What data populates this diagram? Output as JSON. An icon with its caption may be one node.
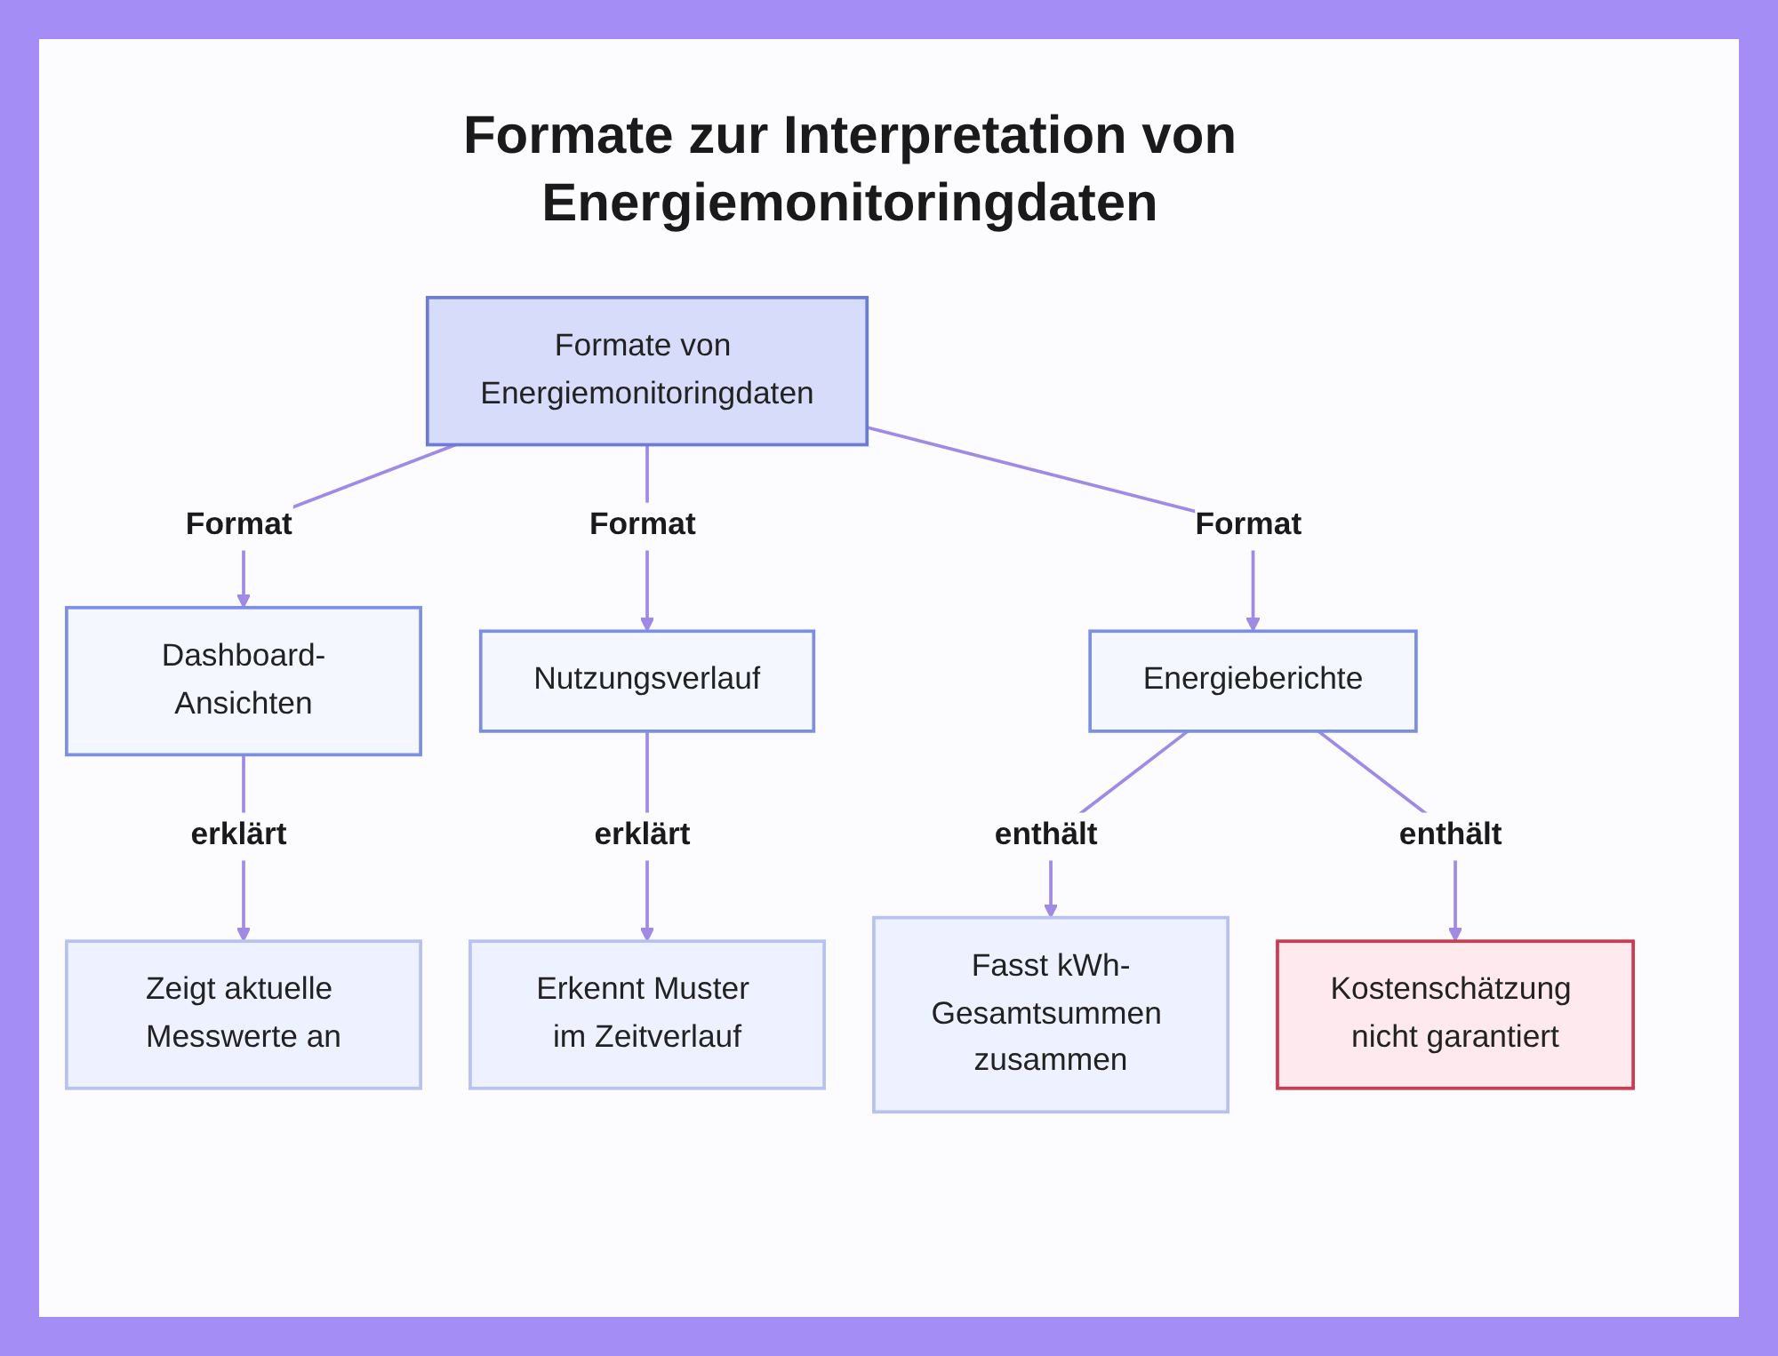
{
  "diagram": {
    "title": "Formate zur Interpretation von Energiemonitoringdaten",
    "nodes": [
      {
        "text": [
          "Formate von Energiemonitoringdaten"
        ]
      },
      {
        "text": [
          "Dashboard-Ansichten"
        ]
      },
      {
        "text": [
          "Nutzungsverlauf"
        ]
      },
      {
        "text": [
          "Energieberichte"
        ]
      },
      {
        "text": [
          "Zeigt aktuelle Messwerte an"
        ]
      },
      {
        "text": [
          "Erkennt Muster im Zeitverlauf"
        ]
      },
      {
        "text": [
          "Fasst kWh-Gesamtsummen zusammen"
        ]
      },
      {
        "text": [
          "Kostenschätzung nicht garantiert"
        ]
      }
    ],
    "edges": [
      {
        "from": 0,
        "to": 1,
        "arrow": "to",
        "label": "Format"
      },
      {
        "from": 0,
        "to": 2,
        "arrow": "to",
        "label": "Format"
      },
      {
        "from": 0,
        "to": 3,
        "arrow": "to",
        "label": "Format"
      },
      {
        "from": 1,
        "to": 4,
        "arrow": "to",
        "label": "erklärt"
      },
      {
        "from": 2,
        "to": 5,
        "arrow": "to",
        "label": "erklärt"
      },
      {
        "from": 3,
        "to": 6,
        "arrow": "to",
        "label": "enthält"
      },
      {
        "from": 3,
        "to": 7,
        "arrow": "to",
        "label": "enthält"
      }
    ]
  }
}
